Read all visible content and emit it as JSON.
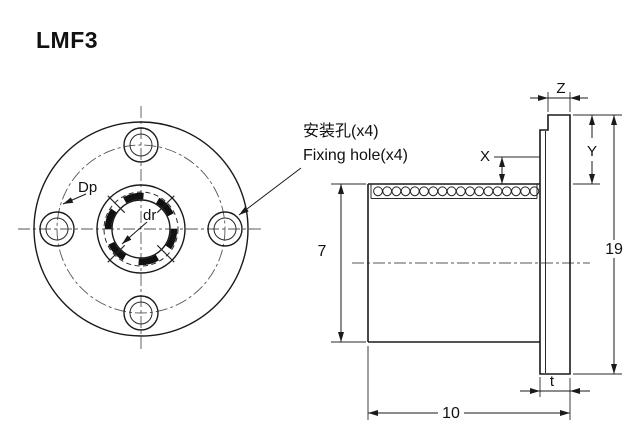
{
  "title": "LMF3",
  "callout": {
    "line1": "安装孔(x4)",
    "line2": "Fixing hole(x4)"
  },
  "front": {
    "bolt_circle_label": "Dp",
    "bore_label": "dr"
  },
  "side": {
    "dimensions": {
      "boss_width": "Z",
      "hole_offset_x": "X",
      "hole_offset_y": "Y",
      "outer_diameter": "7",
      "flange_diameter": "19",
      "length": "10",
      "flange_thickness": "t"
    }
  },
  "colors": {
    "background": "#ffffff",
    "line": "#1a1a1a",
    "text": "#111111"
  }
}
